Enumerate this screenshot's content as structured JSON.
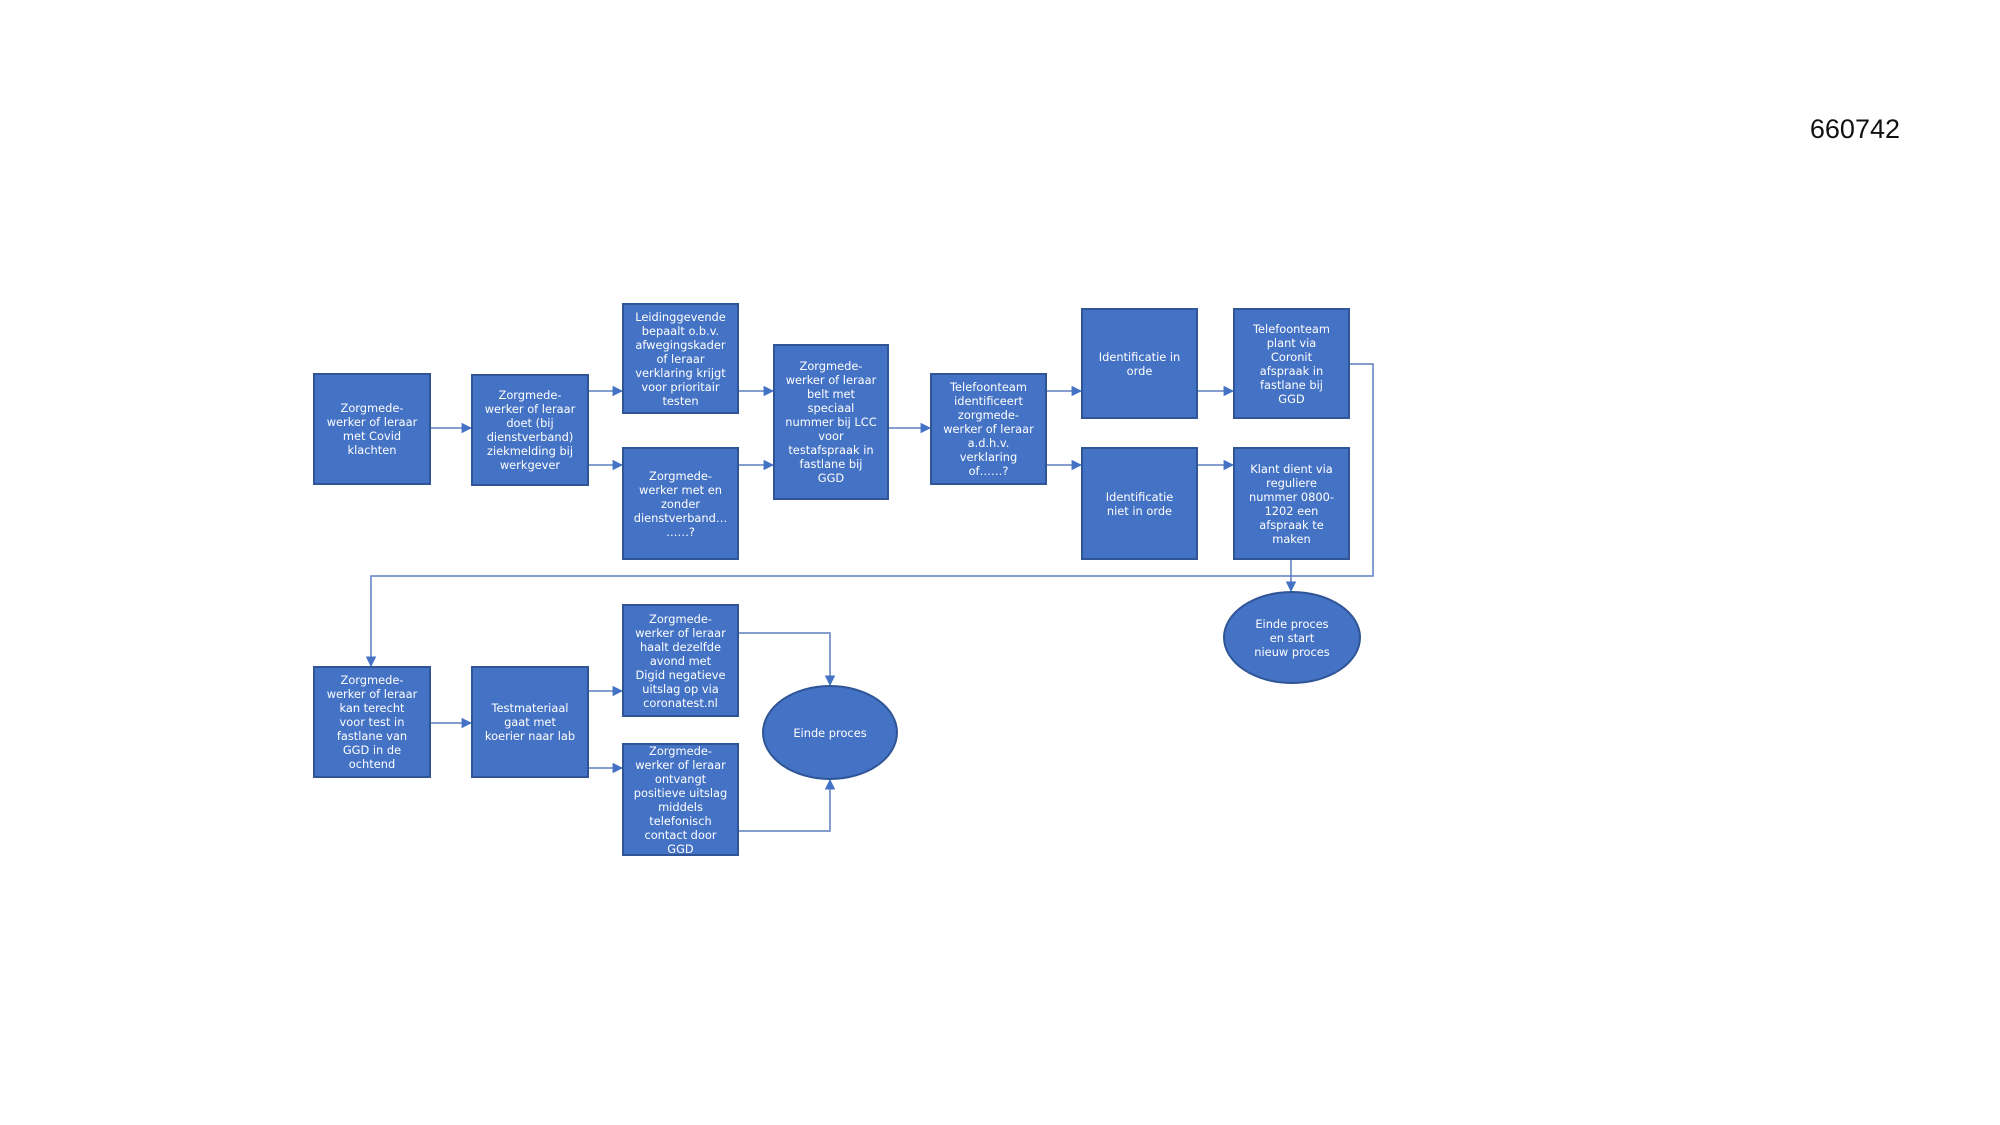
{
  "doc_id": "660742",
  "colors": {
    "box_fill": "#4472c4",
    "box_border": "#2f5597",
    "connector": "#5b7fbf",
    "text": "#ffffff"
  },
  "nodes": {
    "n1": "Zorgmede-\nwerker of leraar\nmet Covid\nklachten",
    "n2": "Zorgmede-\nwerker of leraar\ndoet (bij\ndienstverband)\nziekmelding bij\nwerkgever",
    "n3": "Leidinggevende\nbepaalt o.b.v.\nafwegingskader\nof leraar\nverklaring krijgt\nvoor prioritair\ntesten",
    "n4": "Zorgmede-\nwerker met en\nzonder\ndienstverband…\n……?",
    "n5": "Zorgmede-\nwerker of leraar\nbelt met\nspeciaal\nnummer bij LCC\nvoor\ntestafspraak in\nfastlane bij\nGGD",
    "n6": "Telefoonteam\nidentificeert\nzorgmede-\nwerker of leraar\na.d.h.v.\nverklaring\nof……?",
    "n7": "Identificatie in\norde",
    "n8": "Identificatie\nniet in orde",
    "n9": "Telefoonteam\nplant via\nCoronit\nafspraak in\nfastlane bij\nGGD",
    "n10": "Klant dient via\nreguliere\nnummer 0800-\n1202 een\nafspraak te\nmaken",
    "n11": "Einde proces\nen start\nnieuw proces",
    "n12": "Zorgmede-\nwerker of leraar\nkan terecht\nvoor test in\nfastlane van\nGGD in de\nochtend",
    "n13": "Testmateriaal\ngaat met\nkoerier naar lab",
    "n14": "Zorgmede-\nwerker of leraar\nhaalt dezelfde\navond met\nDigid negatieve\nuitslag op via\ncoronatest.nl",
    "n15": "Zorgmede-\nwerker of leraar\nontvangt\npositieve uitslag\nmiddels\ntelefonisch\ncontact door\nGGD",
    "n16": "Einde proces"
  }
}
